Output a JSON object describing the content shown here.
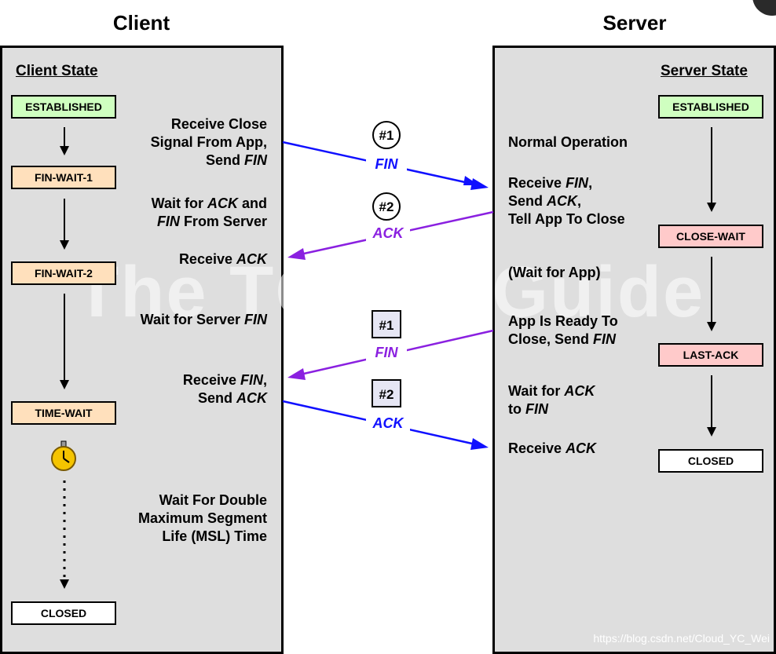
{
  "titles": {
    "client": "Client",
    "server": "Server",
    "client_state": "Client State",
    "server_state": "Server State"
  },
  "client_states": [
    "ESTABLISHED",
    "FIN-WAIT-1",
    "FIN-WAIT-2",
    "TIME-WAIT",
    "CLOSED"
  ],
  "server_states": [
    "ESTABLISHED",
    "CLOSE-WAIT",
    "LAST-ACK",
    "CLOSED"
  ],
  "client_notes": {
    "n1": [
      "Receive Close",
      "Signal From App,",
      "Send "
    ],
    "n1_italic": "FIN",
    "n2_a": "Wait for ",
    "n2_a_italic": "ACK",
    "n2_a_tail": " and",
    "n2_b_italic": "FIN",
    "n2_b_tail": " From Server",
    "n3": "Receive ",
    "n3_italic": "ACK",
    "n4": "Wait for Server ",
    "n4_italic": "FIN",
    "n5_a": "Receive ",
    "n5_a_italic": "FIN",
    "n5_a_tail": ",",
    "n5_b": "Send ",
    "n5_b_italic": "ACK",
    "n6": [
      "Wait For Double",
      "Maximum Segment",
      "Life (MSL) Time"
    ]
  },
  "server_notes": {
    "s1": "Normal Operation",
    "s2_a": "Receive ",
    "s2_a_italic": "FIN",
    "s2_a_tail": ",",
    "s2_b": "Send ",
    "s2_b_italic": "ACK",
    "s2_b_tail": ",",
    "s2_c": "Tell App To Close",
    "s3": "(Wait for App)",
    "s4_a": "App Is Ready To",
    "s4_b": "Close, Send ",
    "s4_b_italic": "FIN",
    "s5_a": "Wait for ",
    "s5_a_italic": "ACK",
    "s5_b": "to ",
    "s5_b_italic": "FIN",
    "s6": "Receive ",
    "s6_italic": "ACK"
  },
  "messages": [
    {
      "badge": "#1",
      "label": "FIN",
      "shape": "circle",
      "color": "#1010ff"
    },
    {
      "badge": "#2",
      "label": "ACK",
      "shape": "circle",
      "color": "#8a20e0"
    },
    {
      "badge": "#1",
      "label": "FIN",
      "shape": "square",
      "color": "#8a20e0"
    },
    {
      "badge": "#2",
      "label": "ACK",
      "shape": "square",
      "color": "#1010ff"
    }
  ],
  "watermark": "The TCP/IP Guide",
  "credit": "https://blog.csdn.net/Cloud_YC_Wei",
  "colors": {
    "panel": "#dedede",
    "established": "#cfffc0",
    "fin_wait": "#ffe0bc",
    "close_wait": "#ffcaca",
    "closed": "#ffffff",
    "blue": "#1010ff",
    "purple": "#8a20e0",
    "timer": "#f5c400"
  }
}
